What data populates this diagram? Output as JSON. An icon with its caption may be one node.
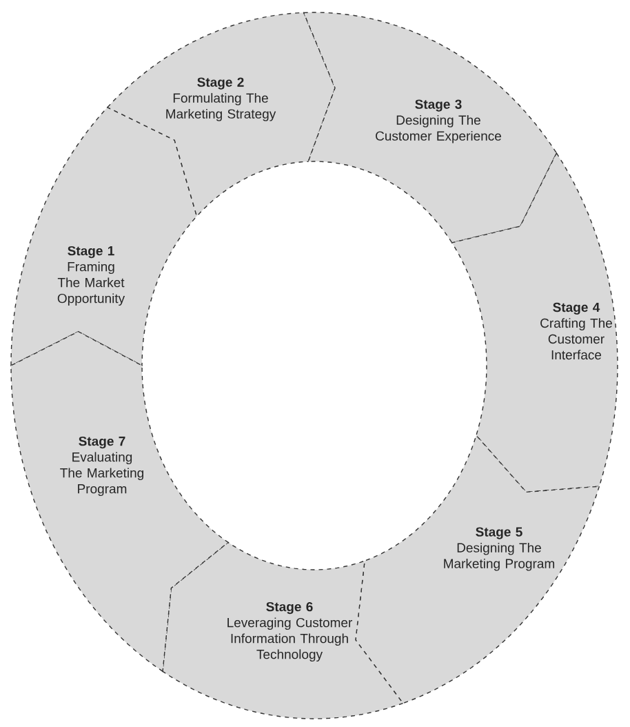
{
  "diagram": {
    "nodes": [
      {
        "text": [
          "Stage 1",
          "Framing The Market Opportunity"
        ]
      },
      {
        "text": [
          "Stage 2",
          "Formulating The Marketing Strategy"
        ]
      },
      {
        "text": [
          "Stage 3",
          "Designing The Customer Experience"
        ]
      },
      {
        "text": [
          "Stage 4",
          "Crafting The Customer Interface"
        ]
      },
      {
        "text": [
          "Stage 5",
          "Designing The Marketing Program"
        ]
      },
      {
        "text": [
          "Stage 6",
          "Leveraging Customer Information Through Technology"
        ]
      },
      {
        "text": [
          "Stage 7",
          "Evaluating The Marketing Program"
        ]
      }
    ]
  }
}
